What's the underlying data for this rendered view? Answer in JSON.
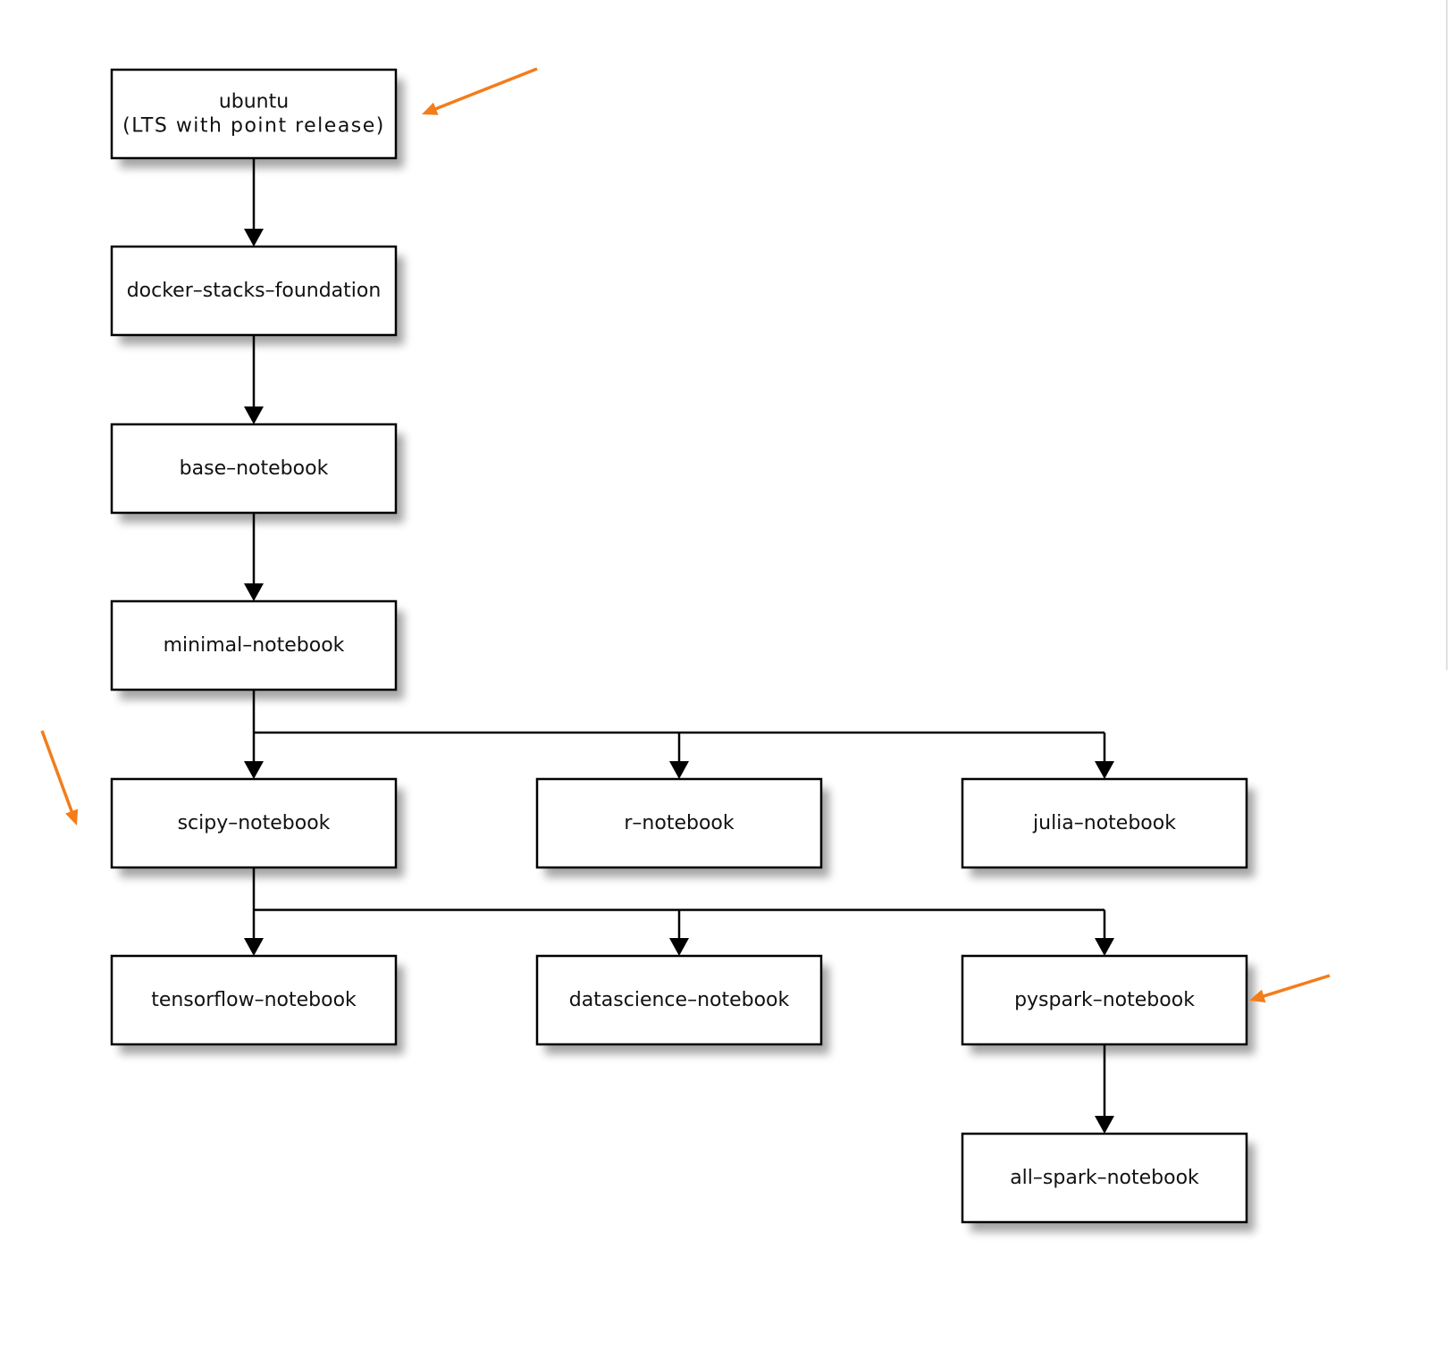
{
  "nodes": [
    {
      "id": "ubuntu",
      "lines": [
        "ubuntu",
        "(LTS with point release)"
      ]
    },
    {
      "id": "docker-stacks-foundation",
      "lines": [
        "docker–stacks–foundation"
      ]
    },
    {
      "id": "base-notebook",
      "lines": [
        "base–notebook"
      ]
    },
    {
      "id": "minimal-notebook",
      "lines": [
        "minimal–notebook"
      ]
    },
    {
      "id": "scipy-notebook",
      "lines": [
        "scipy–notebook"
      ]
    },
    {
      "id": "r-notebook",
      "lines": [
        "r–notebook"
      ]
    },
    {
      "id": "julia-notebook",
      "lines": [
        "julia–notebook"
      ]
    },
    {
      "id": "tensorflow-notebook",
      "lines": [
        "tensorflow–notebook"
      ]
    },
    {
      "id": "datascience-notebook",
      "lines": [
        "datascience–notebook"
      ]
    },
    {
      "id": "pyspark-notebook",
      "lines": [
        "pyspark–notebook"
      ]
    },
    {
      "id": "all-spark-notebook",
      "lines": [
        "all–spark–notebook"
      ]
    }
  ],
  "edges": [
    {
      "from": "ubuntu",
      "to": "docker-stacks-foundation"
    },
    {
      "from": "docker-stacks-foundation",
      "to": "base-notebook"
    },
    {
      "from": "base-notebook",
      "to": "minimal-notebook"
    },
    {
      "from": "minimal-notebook",
      "to": "scipy-notebook"
    },
    {
      "from": "minimal-notebook",
      "to": "r-notebook"
    },
    {
      "from": "minimal-notebook",
      "to": "julia-notebook"
    },
    {
      "from": "scipy-notebook",
      "to": "tensorflow-notebook"
    },
    {
      "from": "scipy-notebook",
      "to": "datascience-notebook"
    },
    {
      "from": "scipy-notebook",
      "to": "pyspark-notebook"
    },
    {
      "from": "pyspark-notebook",
      "to": "all-spark-notebook"
    }
  ],
  "highlighted_nodes": [
    "ubuntu",
    "scipy-notebook",
    "pyspark-notebook"
  ],
  "colors": {
    "box_stroke": "#000000",
    "box_fill": "#ffffff",
    "arrow": "#000000",
    "callout_arrow": "#f47c1a"
  }
}
